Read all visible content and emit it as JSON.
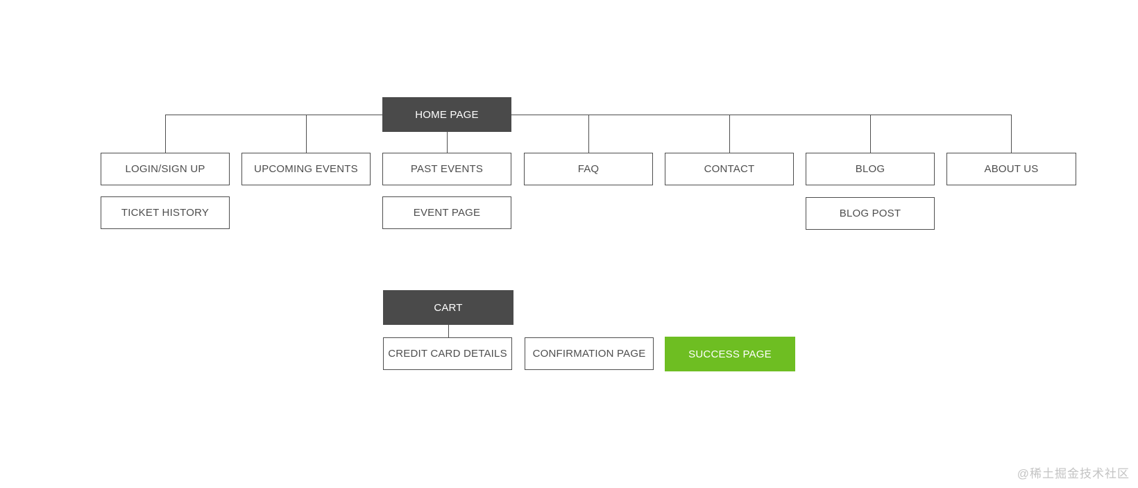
{
  "diagram": {
    "type": "sitemap-flowchart",
    "nodes": {
      "home_page": {
        "label": "HOME PAGE",
        "style": "dark"
      },
      "login_sign_up": {
        "label": "LOGIN/SIGN UP",
        "style": "outline"
      },
      "upcoming_events": {
        "label": "UPCOMING EVENTS",
        "style": "outline"
      },
      "past_events": {
        "label": "PAST EVENTS",
        "style": "outline"
      },
      "faq": {
        "label": "FAQ",
        "style": "outline"
      },
      "contact": {
        "label": "CONTACT",
        "style": "outline"
      },
      "blog": {
        "label": "BLOG",
        "style": "outline"
      },
      "about_us": {
        "label": "ABOUT US",
        "style": "outline"
      },
      "ticket_history": {
        "label": "TICKET HISTORY",
        "style": "outline"
      },
      "event_page": {
        "label": "EVENT PAGE",
        "style": "outline"
      },
      "blog_post": {
        "label": "BLOG POST",
        "style": "outline"
      },
      "cart": {
        "label": "CART",
        "style": "dark"
      },
      "credit_card_details": {
        "label": "CREDIT CARD DETAILS",
        "style": "outline"
      },
      "confirmation_page": {
        "label": "CONFIRMATION PAGE",
        "style": "outline"
      },
      "success_page": {
        "label": "SUCCESS PAGE",
        "style": "green"
      }
    },
    "edges": [
      [
        "home_page",
        "login_sign_up"
      ],
      [
        "home_page",
        "upcoming_events"
      ],
      [
        "home_page",
        "past_events"
      ],
      [
        "home_page",
        "faq"
      ],
      [
        "home_page",
        "contact"
      ],
      [
        "home_page",
        "blog"
      ],
      [
        "home_page",
        "about_us"
      ],
      [
        "cart",
        "credit_card_details"
      ]
    ],
    "colors": {
      "node_dark_fill": "#4A4A4A",
      "node_dark_text": "#FFFFFF",
      "node_outline_border": "#4D4D4D",
      "node_outline_text": "#4D4D4D",
      "node_success_fill": "#6EBE22",
      "node_success_text": "#FFFFFF",
      "connector_line": "#4D4D4D",
      "background": "#FFFFFF"
    }
  },
  "watermark": {
    "text": "@稀土掘金技术社区",
    "color": "#C4C4C4"
  }
}
